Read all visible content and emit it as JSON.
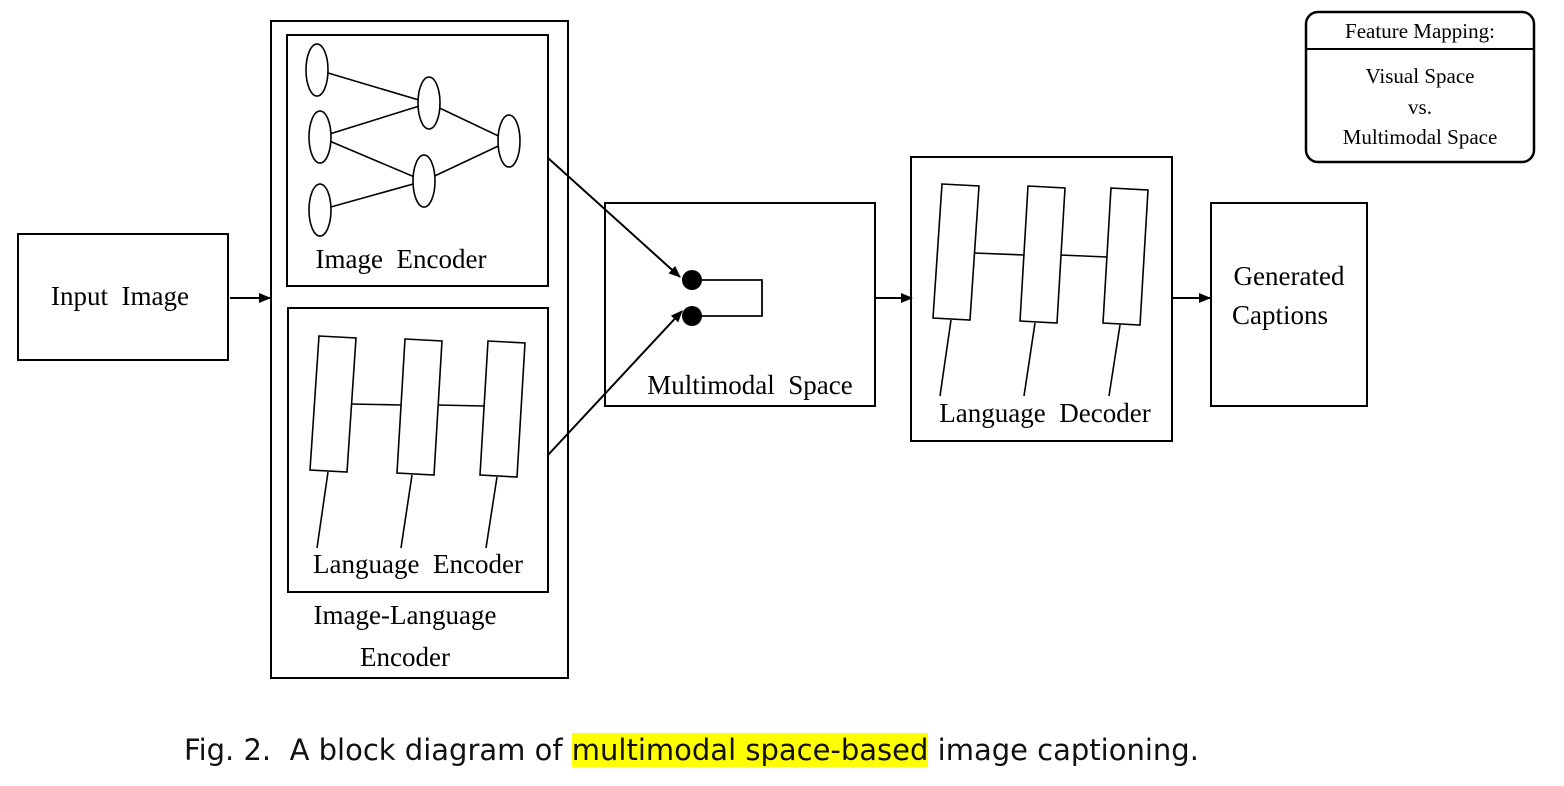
{
  "diagram": {
    "input": "Input  Image",
    "image_encoder": "Image  Encoder",
    "language_encoder": "Language  Encoder",
    "image_language_encoder_line1": "Image-Language",
    "image_language_encoder_line2": "Encoder",
    "multimodal_space": "Multimodal  Space",
    "language_decoder": "Language  Decoder",
    "generated_line1": "Generated",
    "generated_line2": "Captions",
    "legend_title": "Feature Mapping:",
    "legend_line1": "Visual Space",
    "legend_line2": "vs.",
    "legend_line3": "Multimodal Space"
  },
  "caption": {
    "prefix": "Fig. 2.  A block diagram of ",
    "highlight": "multimodal space-based",
    "suffix": " image captioning."
  },
  "colors": {
    "highlight": "#ffff00",
    "stroke": "#000000"
  }
}
